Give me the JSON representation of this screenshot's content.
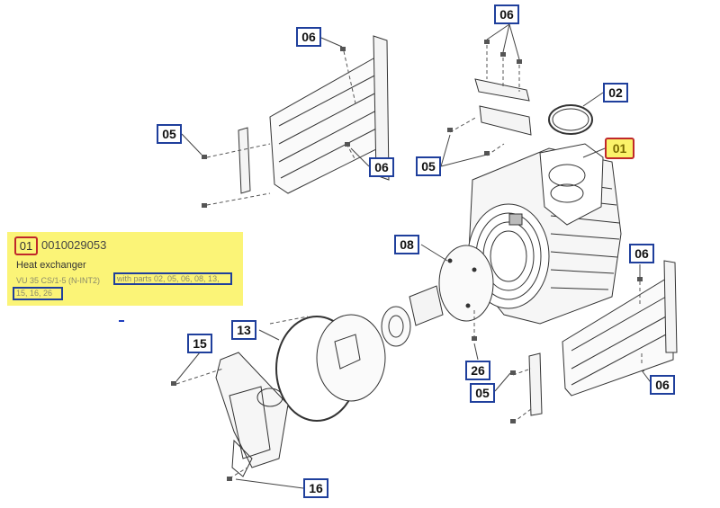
{
  "callouts": {
    "c06_top_left": "06",
    "c06_top": "06",
    "c02": "02",
    "c05_left": "05",
    "c01": "01",
    "c06_mid": "06",
    "c05_mid": "05",
    "c08": "08",
    "c06_right": "06",
    "c13": "13",
    "c15": "15",
    "c26": "26",
    "c05_bottom": "05",
    "c06_bottom_right": "06",
    "c16": "16"
  },
  "info": {
    "code": "01",
    "part_number": "0010029053",
    "title": "Heat exchanger",
    "model": "VU 35 CS/1-5 (N-INT2)",
    "parts_line1": "with parts 02, 05, 06, 08, 13,",
    "parts_line2": "15, 16, 26"
  },
  "colors": {
    "callout_border": "#1f3f9c",
    "highlight_border": "#c0282a",
    "highlight_fill": "#fbf26a",
    "panel_fill": "#fbf477"
  }
}
